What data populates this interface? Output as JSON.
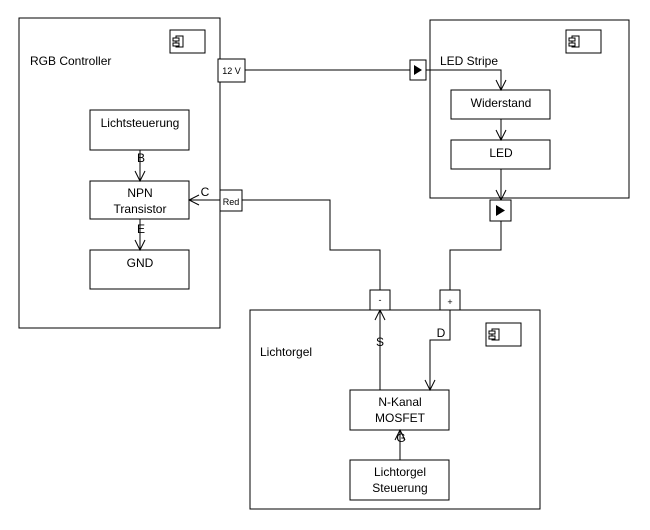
{
  "components": {
    "rgb_controller": {
      "title": "RGB Controller"
    },
    "led_stripe": {
      "title": "LED Stripe"
    },
    "lichtorgel": {
      "title": "Lichtorgel"
    }
  },
  "parts": {
    "lichtsteuerung": "Lichtsteuerung",
    "npn_line1": "NPN",
    "npn_line2": "Transistor",
    "gnd": "GND",
    "widerstand": "Widerstand",
    "led": "LED",
    "mosfet_line1": "N-Kanal",
    "mosfet_line2": "MOSFET",
    "lo_steuerung_line1": "Lichtorgel",
    "lo_steuerung_line2": "Steuerung"
  },
  "ports": {
    "v12": "12 V",
    "red": "Red",
    "minus": "-",
    "plus": "+"
  },
  "edge_labels": {
    "b": "B",
    "c": "C",
    "e": "E",
    "s": "S",
    "d": "D",
    "g": "G"
  }
}
